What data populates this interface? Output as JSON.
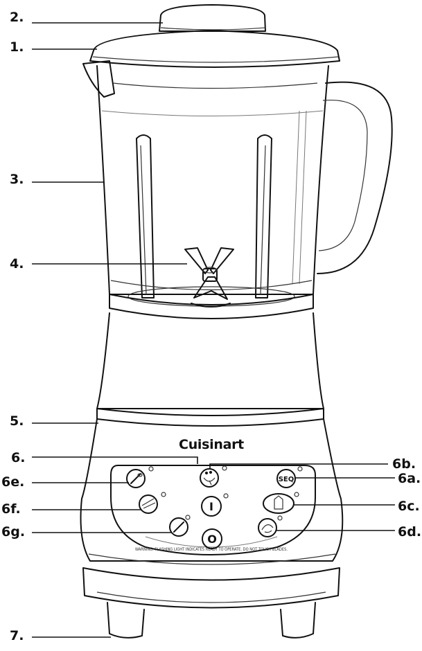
{
  "brand": "Cuisinart",
  "callouts": [
    {
      "id": "2",
      "label": "2."
    },
    {
      "id": "1",
      "label": "1."
    },
    {
      "id": "3",
      "label": "3."
    },
    {
      "id": "4",
      "label": "4."
    },
    {
      "id": "5",
      "label": "5."
    },
    {
      "id": "6",
      "label": "6."
    },
    {
      "id": "6e",
      "label": "6e."
    },
    {
      "id": "6f",
      "label": "6f."
    },
    {
      "id": "6g",
      "label": "6g."
    },
    {
      "id": "7",
      "label": "7."
    },
    {
      "id": "6b",
      "label": "6b."
    },
    {
      "id": "6a",
      "label": "6a."
    },
    {
      "id": "6c",
      "label": "6c."
    },
    {
      "id": "6d",
      "label": "6d."
    }
  ],
  "buttons": {
    "seq": "SEQ",
    "on": "I",
    "off": "O"
  },
  "panel_note": "WARNING: FLASHING LIGHT INDICATES READY TO OPERATE. DO NOT TOUCH BLADES."
}
